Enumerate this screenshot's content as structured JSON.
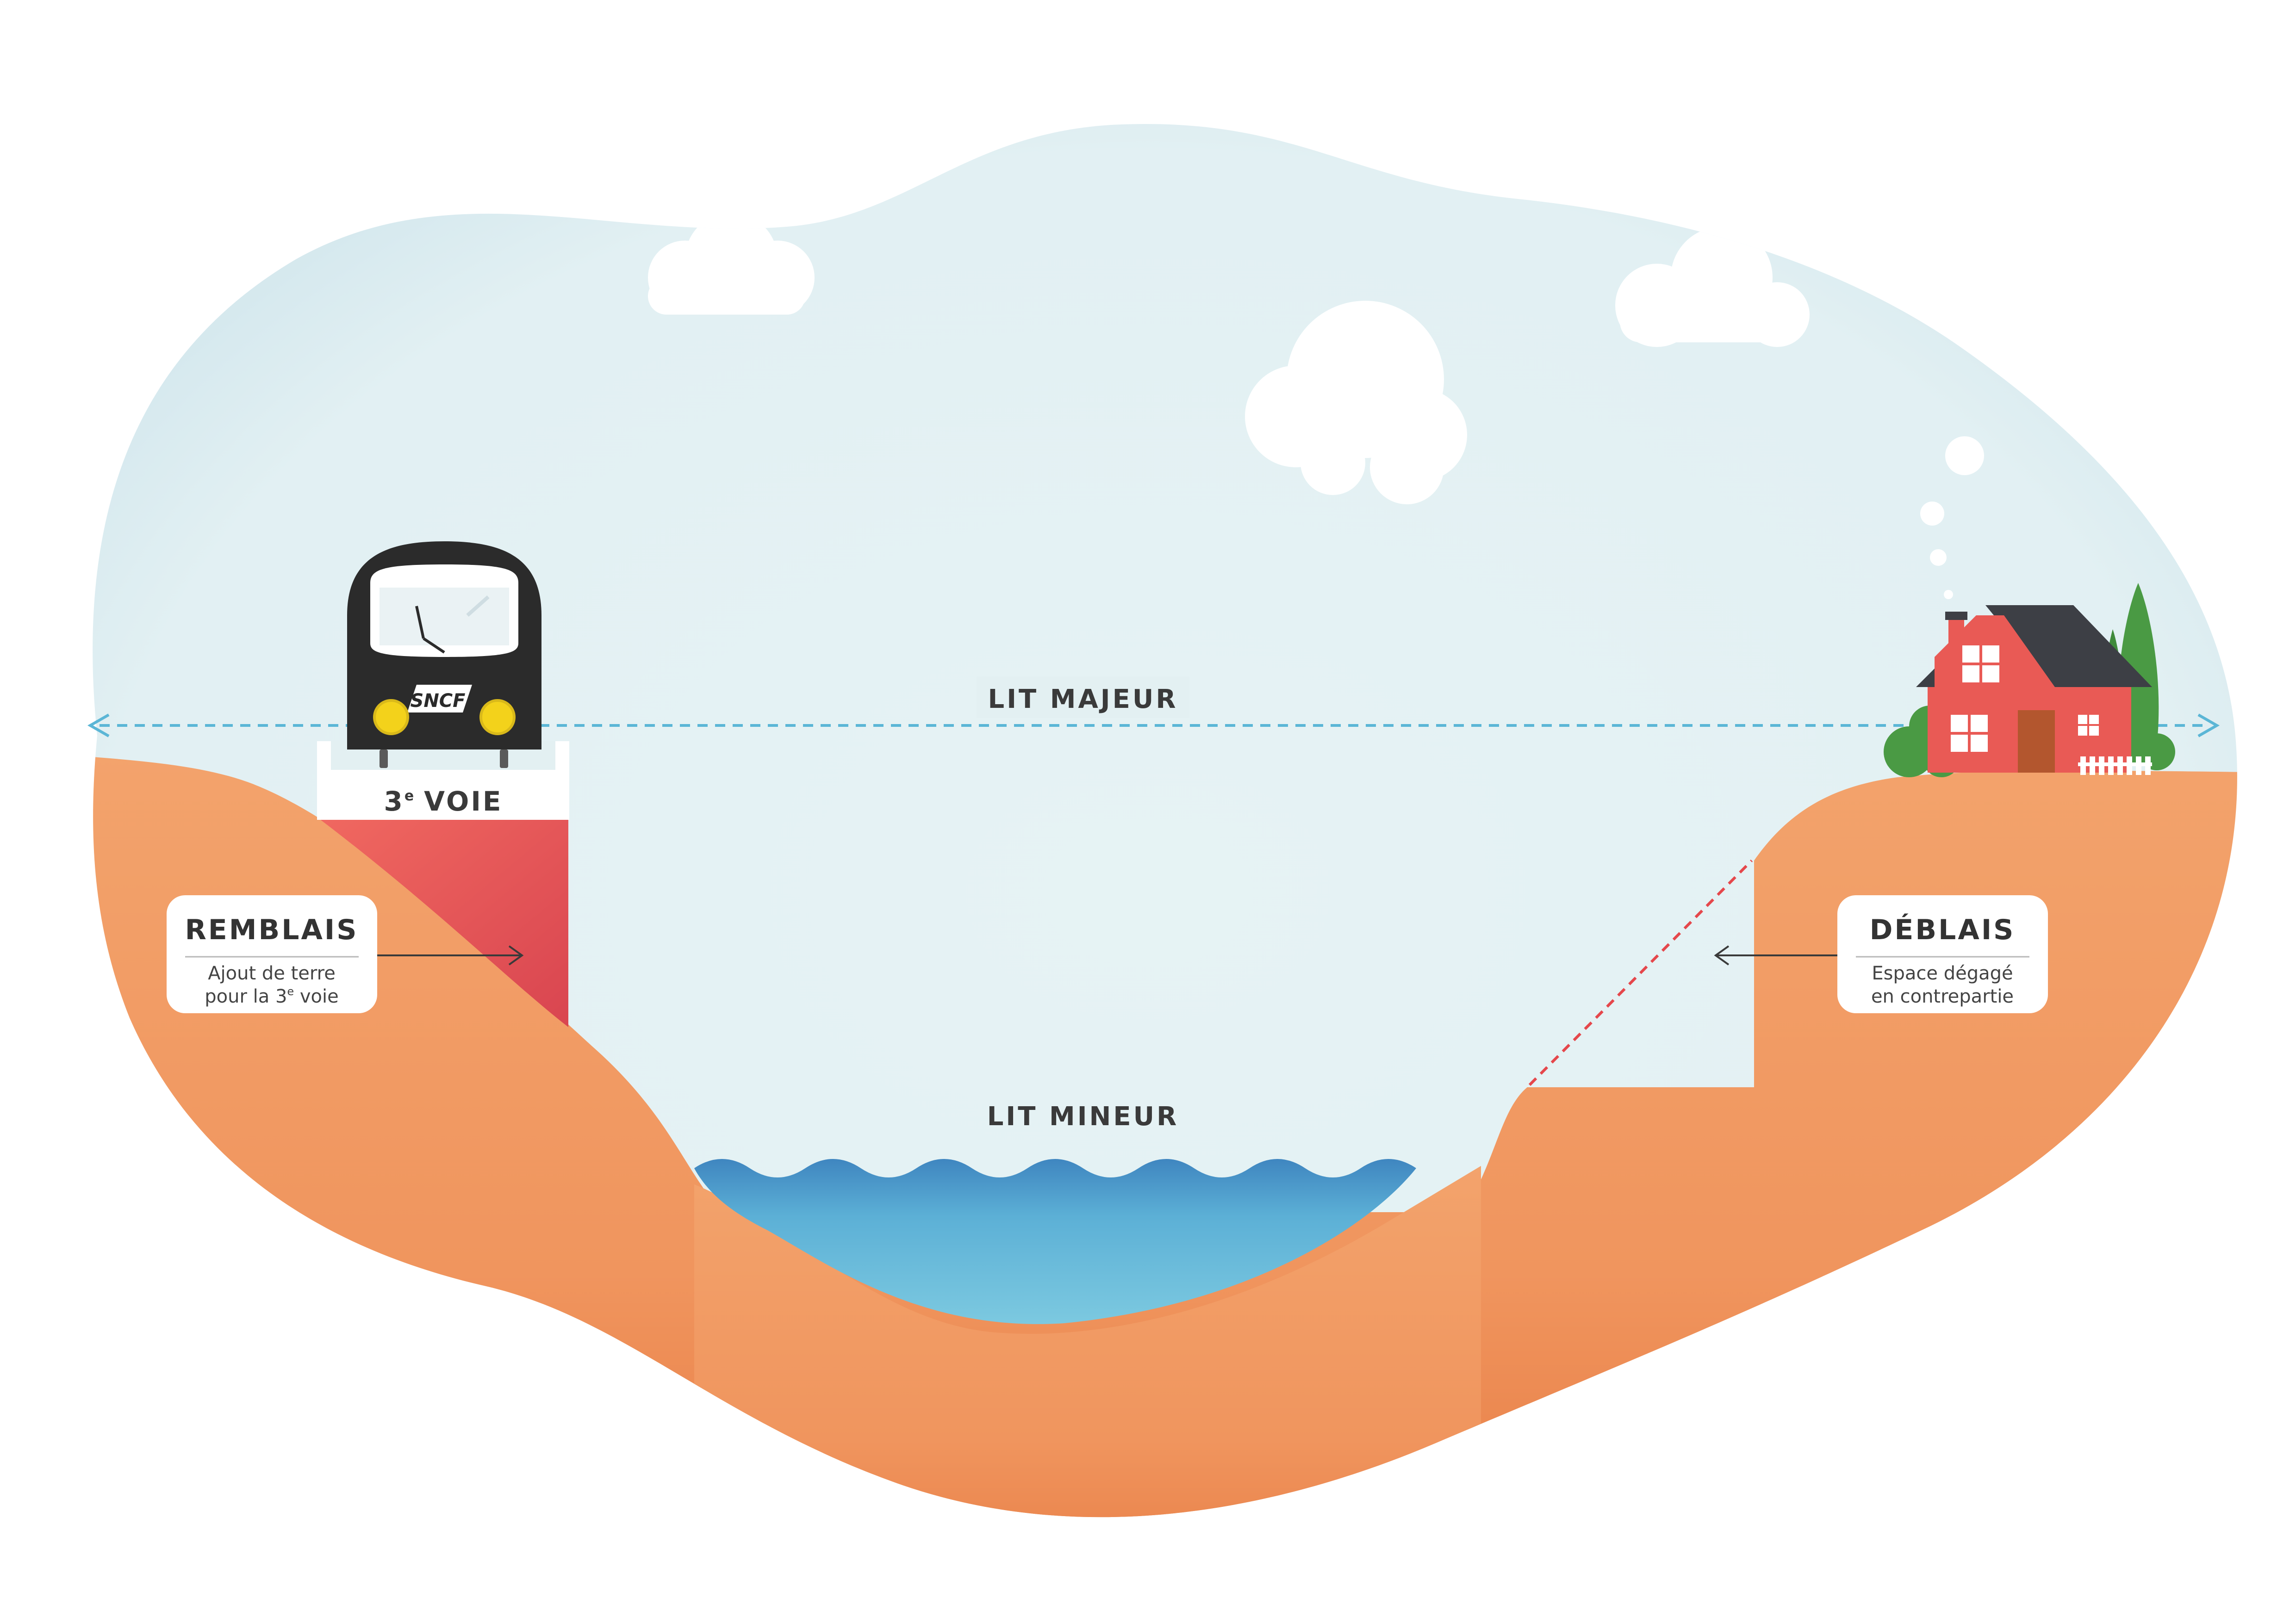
{
  "labels": {
    "lit_majeur": "LIT MAJEUR",
    "lit_mineur": "LIT MINEUR",
    "voie_number": "3",
    "voie_sup": "e",
    "voie_word": "VOIE"
  },
  "remblais": {
    "title": "REMBLAIS",
    "line1": "Ajout de terre",
    "line2_prefix": "pour la 3",
    "line2_sup": "e",
    "line2_suffix": " voie"
  },
  "deblais": {
    "title": "DÉBLAIS",
    "line1": "Espace dégagé",
    "line2": "en contrepartie"
  },
  "train": {
    "logo": "SNCF"
  },
  "colors": {
    "sky": "#e3f1f3",
    "sky_edge": "#c9e2ea",
    "ground": "#f09a62",
    "ground_dark": "#e67d45",
    "embankment": "#e8575a",
    "water_top": "#6ec3dd",
    "water_bottom": "#3f87c0",
    "guide_line": "#5bb6d6",
    "deblais_line": "#e5474b",
    "house_wall": "#e95a55",
    "house_roof": "#3d3f45",
    "tree": "#4a9a44",
    "train_body": "#2b2b2b",
    "headlight": "#f3d21b"
  },
  "icons": {
    "train": "train-icon",
    "house": "house-icon",
    "cloud": "cloud-icon",
    "smoke": "smoke-icon",
    "tree": "tree-icon",
    "arrow": "arrow-icon"
  }
}
